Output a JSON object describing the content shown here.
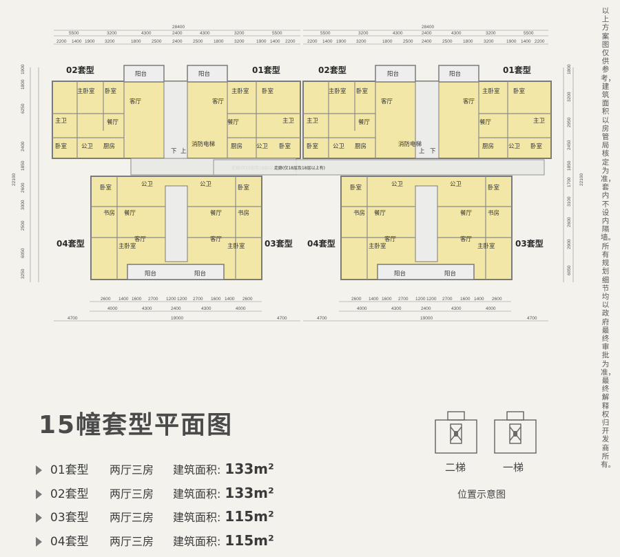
{
  "plan": {
    "top_dims": {
      "total": "28400",
      "row1": [
        "5500",
        "3200",
        "4300",
        "2400",
        "4300",
        "3200",
        "5500"
      ],
      "row2": [
        "2200",
        "1400",
        "1900",
        "3200",
        "1800",
        "2500",
        "2400",
        "2500",
        "1800",
        "3200",
        "1900",
        "1400",
        "2200"
      ]
    },
    "bottom_dims": {
      "row1": [
        "2600",
        "1400",
        "1600",
        "2700",
        "1200",
        "1200",
        "2700",
        "1600",
        "1400",
        "2600"
      ],
      "row2": [
        "4000",
        "4300",
        "2400",
        "4300",
        "4000"
      ],
      "row3": [
        "4700",
        "19000",
        "4700"
      ]
    },
    "left_dims": [
      "1900",
      "1800",
      "6250",
      "2400",
      "1850",
      "2600",
      "3000",
      "2500",
      "6050",
      "3250"
    ],
    "left_total": "22100",
    "right_dims": [
      "1800",
      "3200",
      "2950",
      "2450",
      "1850",
      "1700",
      "3100",
      "2600",
      "2900",
      "6050"
    ],
    "right_total": "22100",
    "unit_labels": {
      "u01": "01套型",
      "u02": "02套型",
      "u03": "03套型",
      "u04": "04套型"
    },
    "rooms": {
      "master": "主卧室",
      "bedroom": "卧室",
      "living": "客厅",
      "dining": "餐厅",
      "study": "书房",
      "kitchen": "厨房",
      "balcony": "阳台",
      "public_bath": "公卫",
      "master_bath": "主卫",
      "fire_elevator": "消防电梯",
      "down": "下",
      "up": "上"
    },
    "corridor_note": "走廊(仅18层及18层以上有)"
  },
  "side_note": "以上方案图仅供参考，建筑面积以房管局核定为准，套内不设内隔墙。所有规划细节均以政府最终审批为准，最终解释权归开发商所有。",
  "title": "15幢套型平面图",
  "units": [
    {
      "name": "01套型",
      "rooms": "两厅三房",
      "area_label": "建筑面积:",
      "area_value": "133m²"
    },
    {
      "name": "02套型",
      "rooms": "两厅三房",
      "area_label": "建筑面积:",
      "area_value": "133m²"
    },
    {
      "name": "03套型",
      "rooms": "两厅三房",
      "area_label": "建筑面积:",
      "area_value": "115m²"
    },
    {
      "name": "04套型",
      "rooms": "两厅三房",
      "area_label": "建筑面积:",
      "area_value": "115m²"
    }
  ],
  "location": {
    "two_stair": "二梯",
    "one_stair": "一梯",
    "caption": "位置示意图"
  },
  "colors": {
    "floor": "#f3e7a8",
    "wall": "#8a8a8a",
    "corridor": "#e9e9e6",
    "accent": "#3a3a3a"
  }
}
